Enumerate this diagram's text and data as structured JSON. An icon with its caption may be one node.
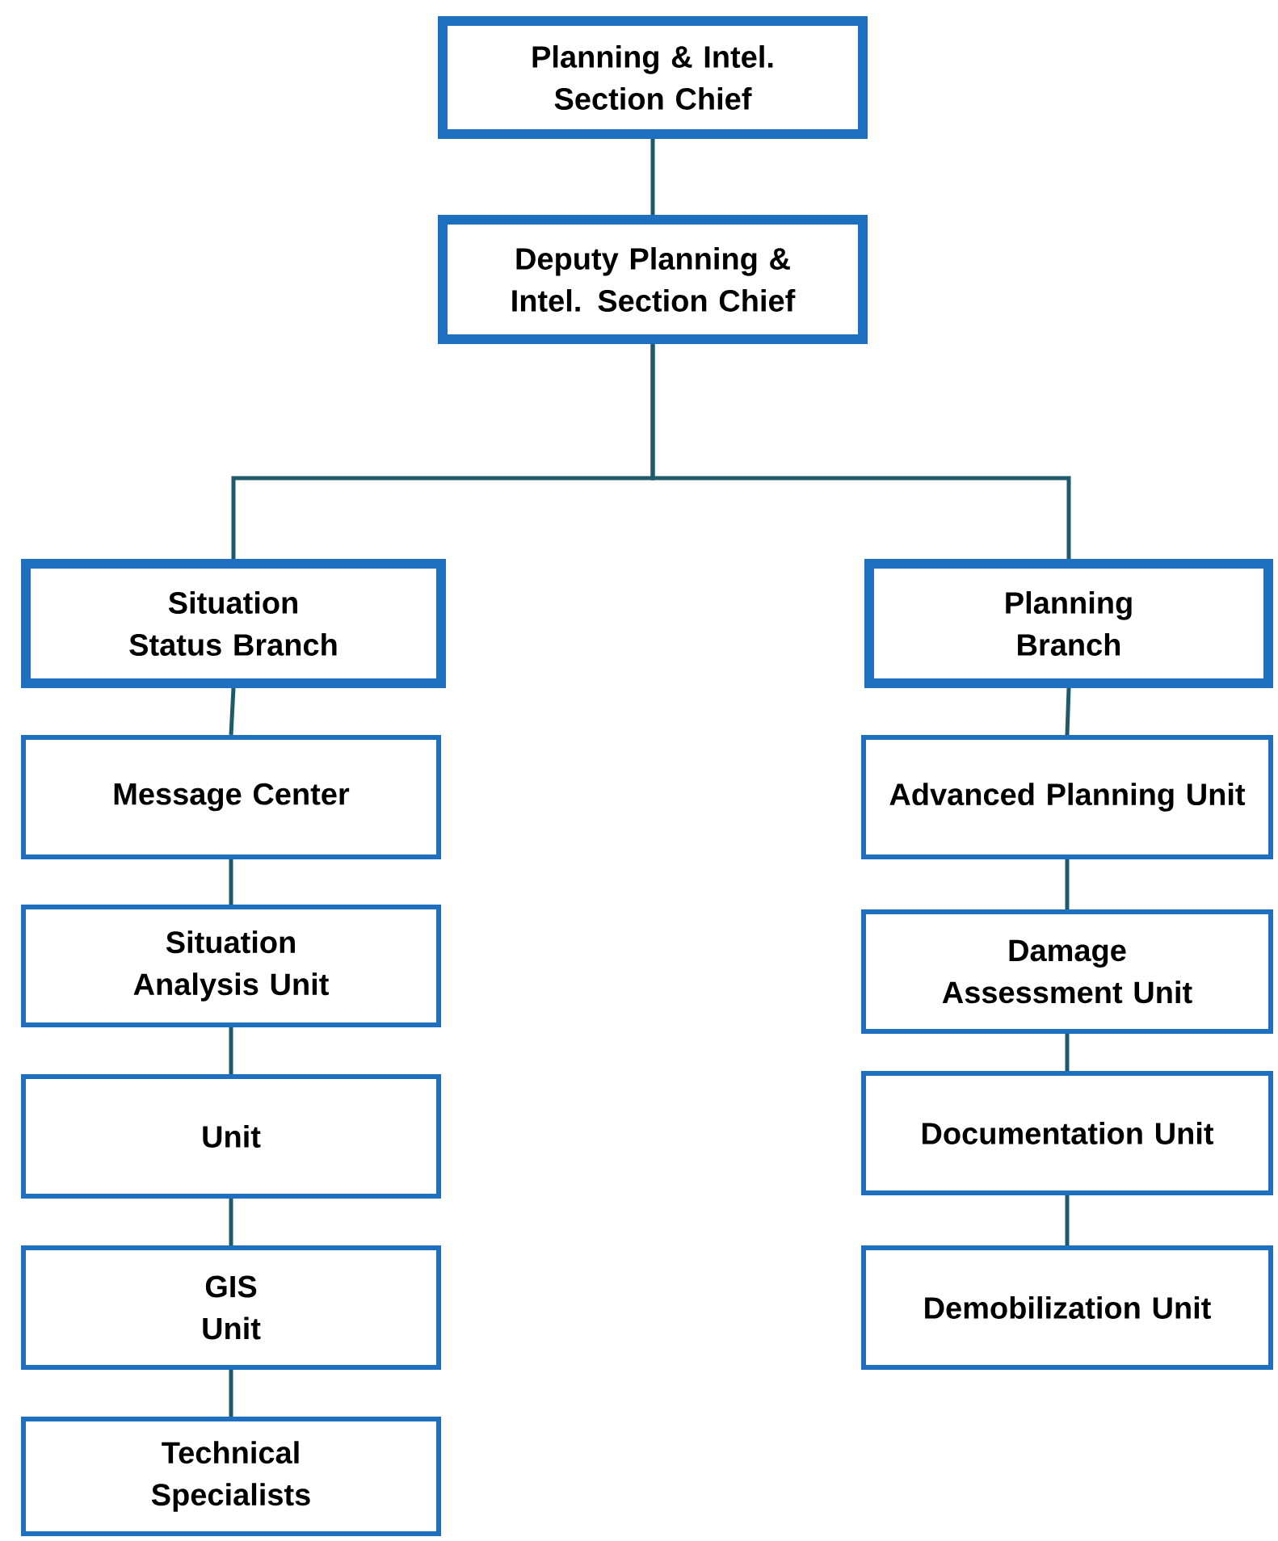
{
  "diagram": {
    "nodes": [
      {
        "text": [
          "Planning & Intel. Section Chief"
        ]
      },
      {
        "text": [
          "Deputy Planning & Intel. Section Chief"
        ]
      },
      {
        "text": [
          "Situation Status Branch"
        ]
      },
      {
        "text": [
          "Planning Branch"
        ]
      },
      {
        "text": [
          "Message Center"
        ]
      },
      {
        "text": [
          "Situation Analysis Unit"
        ]
      },
      {
        "text": [
          "Unit"
        ]
      },
      {
        "text": [
          "GIS Unit"
        ]
      },
      {
        "text": [
          "Technical Specialists"
        ]
      },
      {
        "text": [
          "Advanced Planning Unit"
        ]
      },
      {
        "text": [
          "Damage Assessment Unit"
        ]
      },
      {
        "text": [
          "Documentation Unit"
        ]
      },
      {
        "text": [
          "Demobilization Unit"
        ]
      }
    ],
    "edges": [
      {
        "from": 0,
        "to": 1,
        "arrow": "none"
      },
      {
        "from": 1,
        "to": 2,
        "arrow": "none"
      },
      {
        "from": 1,
        "to": 3,
        "arrow": "none"
      },
      {
        "from": 2,
        "to": 4,
        "arrow": "none"
      },
      {
        "from": 4,
        "to": 5,
        "arrow": "none"
      },
      {
        "from": 5,
        "to": 6,
        "arrow": "none"
      },
      {
        "from": 6,
        "to": 7,
        "arrow": "none"
      },
      {
        "from": 7,
        "to": 8,
        "arrow": "none"
      },
      {
        "from": 3,
        "to": 9,
        "arrow": "none"
      },
      {
        "from": 9,
        "to": 10,
        "arrow": "none"
      },
      {
        "from": 10,
        "to": 11,
        "arrow": "none"
      },
      {
        "from": 11,
        "to": 12,
        "arrow": "none"
      }
    ]
  }
}
